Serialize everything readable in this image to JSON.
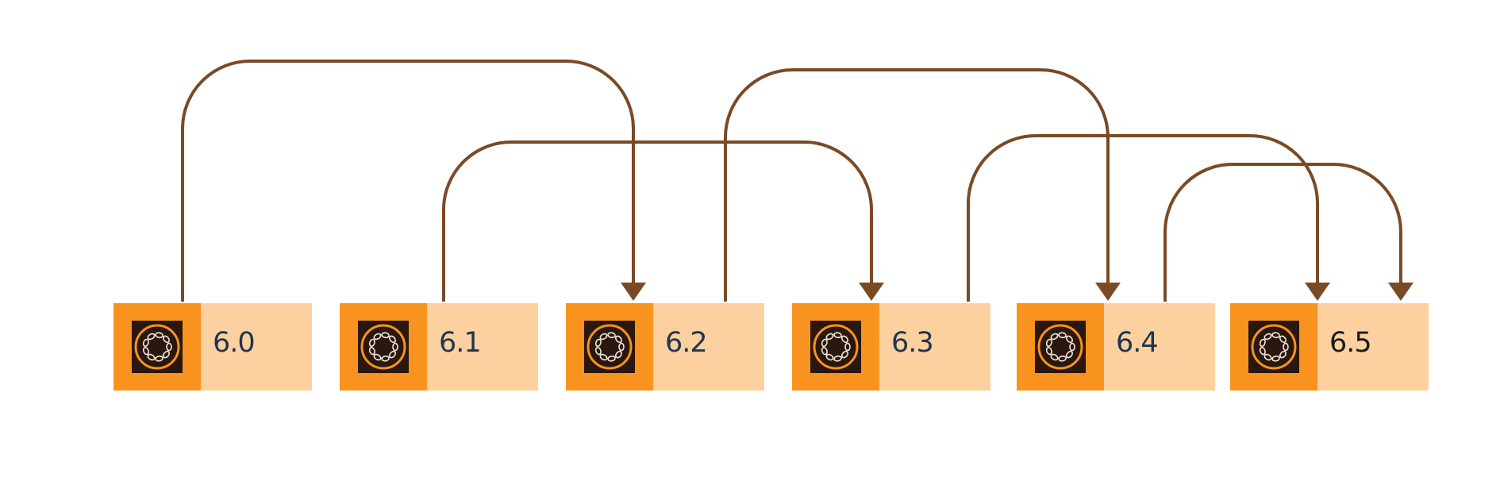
{
  "diagram": {
    "versions": [
      {
        "id": "v60",
        "label": "6.0"
      },
      {
        "id": "v61",
        "label": "6.1"
      },
      {
        "id": "v62",
        "label": "6.2"
      },
      {
        "id": "v63",
        "label": "6.3"
      },
      {
        "id": "v64",
        "label": "6.4"
      },
      {
        "id": "v65",
        "label": "6.5"
      }
    ],
    "upgrade_paths": [
      {
        "from": "6.0",
        "to": "6.2"
      },
      {
        "from": "6.1",
        "to": "6.3"
      },
      {
        "from": "6.2",
        "to": "6.4"
      },
      {
        "from": "6.3",
        "to": "6.5"
      },
      {
        "from": "6.4",
        "to": "6.5"
      }
    ],
    "icon": "aem-product-icon",
    "colors": {
      "icon_tile": "#f7931e",
      "icon_inner": "#2a170d",
      "label_panel": "#fdd09f",
      "arrow": "#7a4a25",
      "label_text": "#1e3550"
    }
  }
}
